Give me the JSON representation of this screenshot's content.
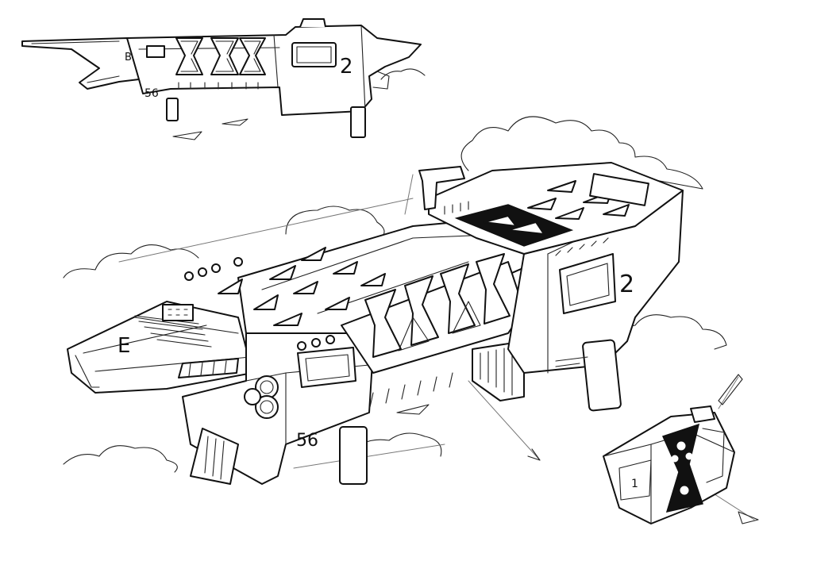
{
  "sketch": {
    "side_view": {
      "hull_numbers": [
        "56",
        "2"
      ],
      "tail_letter": "B"
    },
    "main_view": {
      "hull_numbers": [
        "56",
        "2"
      ],
      "tail_letter": "E"
    },
    "module_view": {
      "panel_number": "1"
    }
  },
  "colors": {
    "ink": "#111111",
    "paper": "#ffffff",
    "guide_lines": "#777777"
  }
}
